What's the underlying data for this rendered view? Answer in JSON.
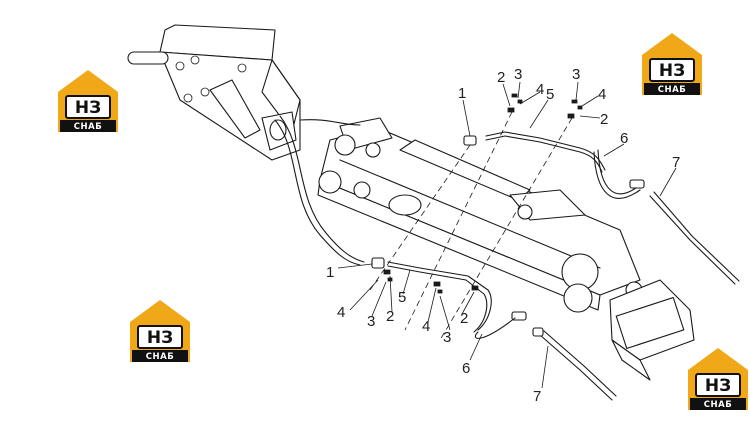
{
  "logo": {
    "main": "НЗ",
    "sub": "СНАБ",
    "accent_color": "#f0a818"
  },
  "callouts": {
    "top": {
      "c1": "1",
      "c2a": "2",
      "c3a": "3",
      "c4a": "4",
      "c5": "5",
      "c3b": "3",
      "c4b": "4",
      "c2b": "2",
      "c6": "6",
      "c7": "7"
    },
    "bottom": {
      "c1": "1",
      "c4a": "4",
      "c3a": "3",
      "c2a": "2",
      "c5": "5",
      "c4b": "4",
      "c2b": "2",
      "c3b": "3",
      "c6": "6",
      "c7": "7"
    }
  }
}
